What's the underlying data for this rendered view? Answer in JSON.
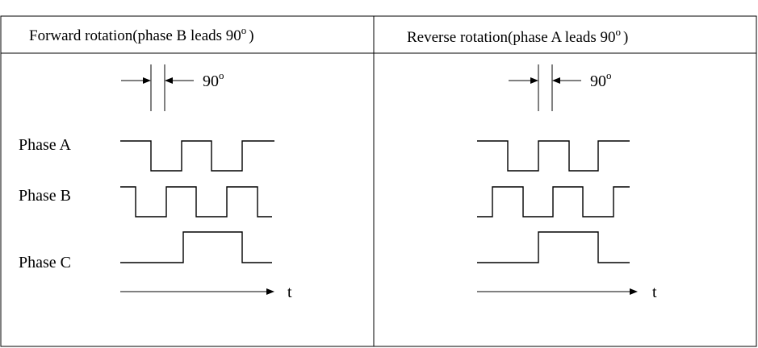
{
  "table": {
    "left": {
      "header_text": "Forward rotation(phase B leads 90",
      "header_sup": "o",
      "header_close": ")"
    },
    "right": {
      "header_text": "Reverse rotation(phase A leads 90",
      "header_sup": "o",
      "header_close": ")"
    }
  },
  "diagram": {
    "phase_shift_label": "90",
    "phase_shift_sup": "o",
    "phase_a_label": "Phase A",
    "phase_b_label": "Phase B",
    "phase_c_label": "Phase C",
    "time_label": "t"
  }
}
